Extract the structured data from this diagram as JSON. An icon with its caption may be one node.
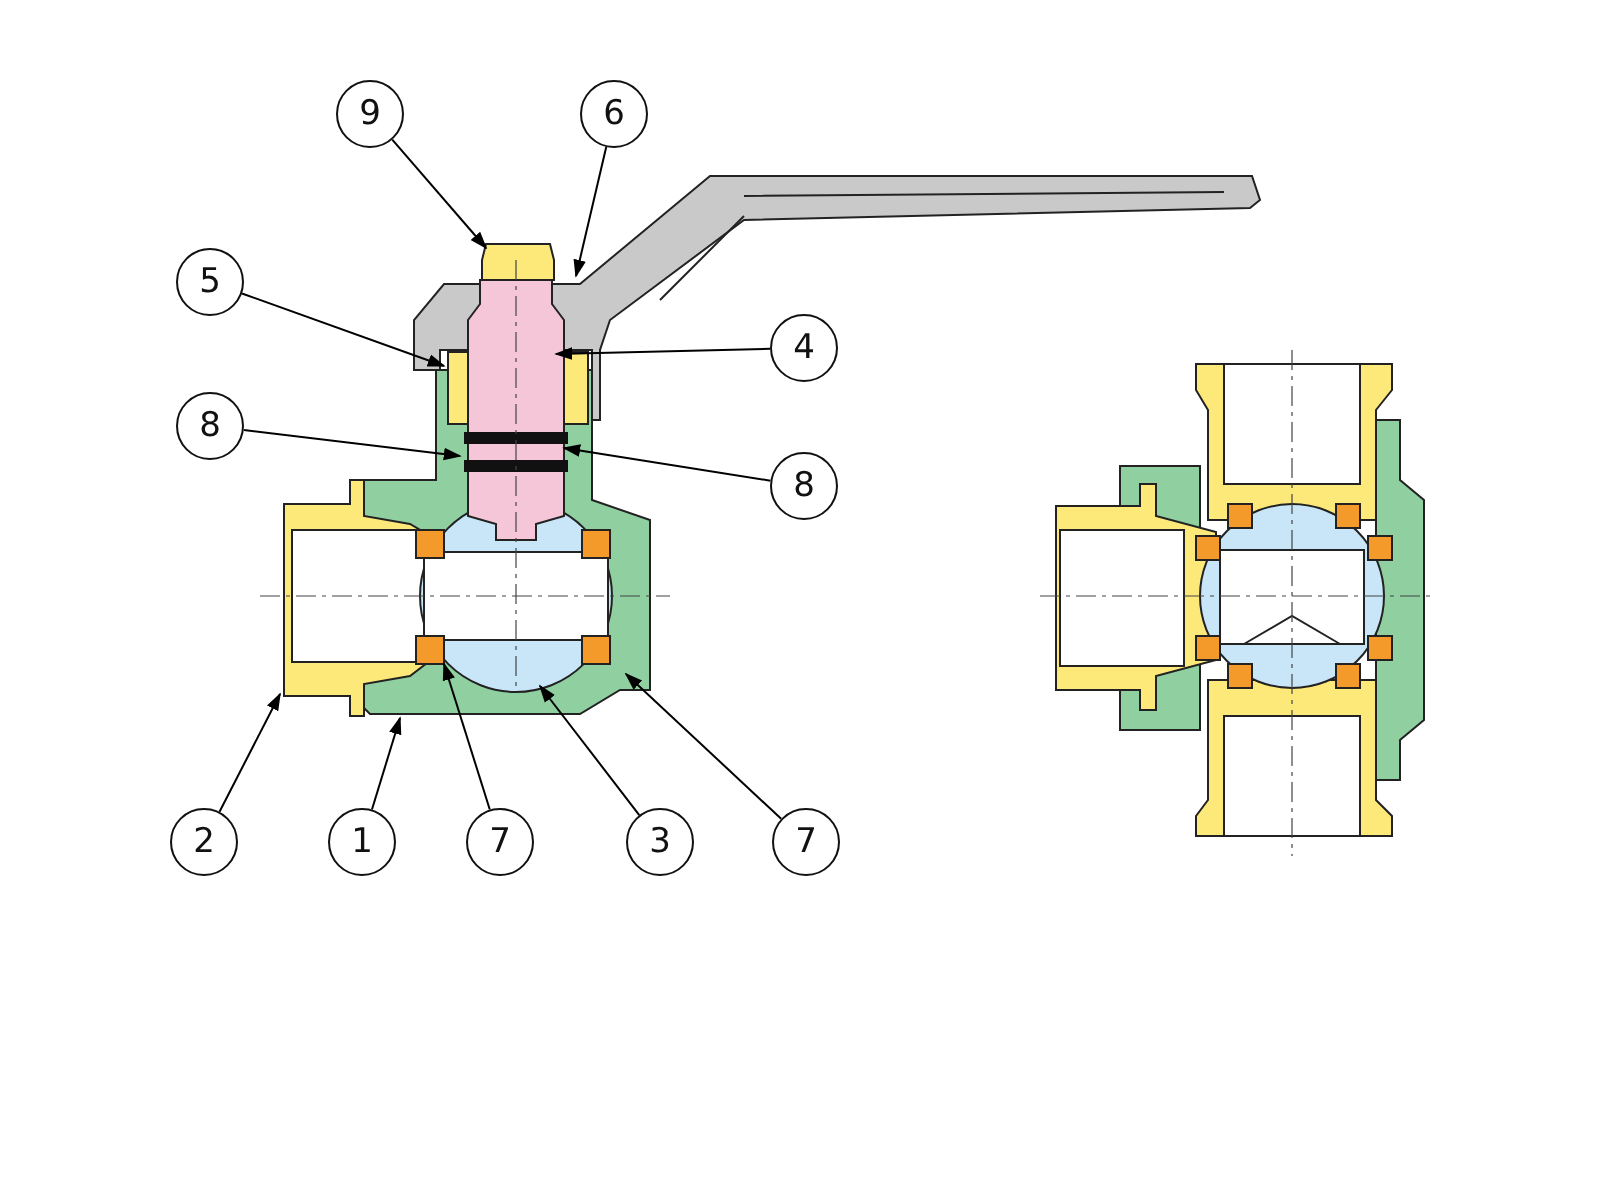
{
  "diagram": {
    "nodes": [
      {
        "text": [
          "9"
        ]
      },
      {
        "text": [
          "6"
        ]
      },
      {
        "text": [
          "5"
        ]
      },
      {
        "text": [
          "4"
        ]
      },
      {
        "text": [
          "8"
        ]
      },
      {
        "text": [
          "8"
        ]
      },
      {
        "text": [
          "2"
        ]
      },
      {
        "text": [
          "1"
        ]
      },
      {
        "text": [
          "7"
        ]
      },
      {
        "text": [
          "3"
        ]
      },
      {
        "text": [
          "7"
        ]
      }
    ],
    "edges": [
      {
        "from": 0,
        "to": null,
        "arrow": "to"
      },
      {
        "from": 1,
        "to": null,
        "arrow": "to"
      },
      {
        "from": 2,
        "to": null,
        "arrow": "to"
      },
      {
        "from": 3,
        "to": null,
        "arrow": "to"
      },
      {
        "from": 4,
        "to": null,
        "arrow": "to"
      },
      {
        "from": 5,
        "to": null,
        "arrow": "to"
      },
      {
        "from": 6,
        "to": null,
        "arrow": "to"
      },
      {
        "from": 7,
        "to": null,
        "arrow": "to"
      },
      {
        "from": 8,
        "to": null,
        "arrow": "to"
      },
      {
        "from": 9,
        "to": null,
        "arrow": "to"
      },
      {
        "from": 10,
        "to": null,
        "arrow": "to"
      }
    ]
  }
}
